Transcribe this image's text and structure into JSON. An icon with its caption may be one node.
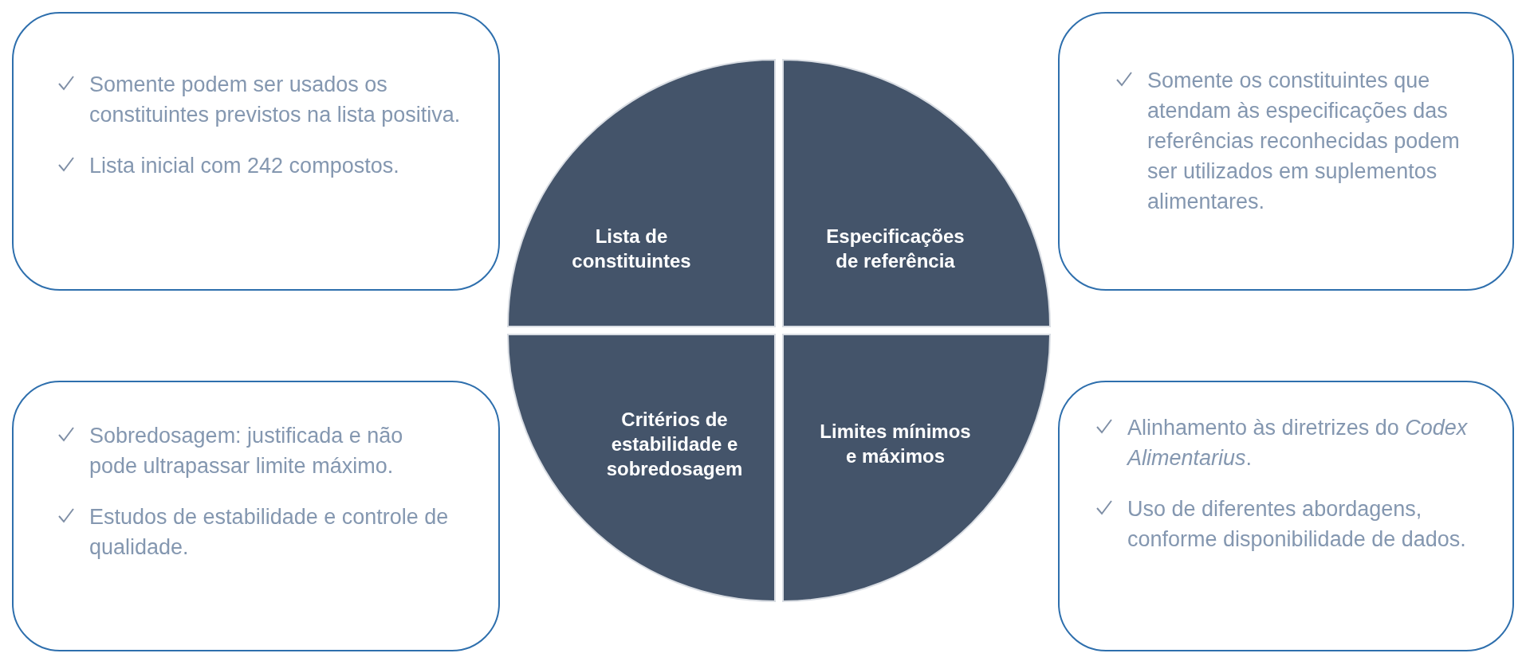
{
  "diagram": {
    "nodes": [
      {
        "text": [
          "Somente podem ser usados os constituintes previstos na lista positiva.",
          "Lista inicial com 242 compostos."
        ]
      },
      {
        "text": [
          "Lista de constituintes"
        ]
      },
      {
        "text": [
          "Especificações de referência"
        ]
      },
      {
        "text": [
          "Somente os constituintes que atendam às especificações das referências reconhecidas podem ser utilizados em suplementos alimentares."
        ]
      },
      {
        "text": [
          "Sobredosagem: justificada e não pode ultrapassar limite máximo.",
          "Estudos de estabilidade e controle de qualidade."
        ]
      },
      {
        "text": [
          "Critérios de estabilidade e sobredosagem"
        ]
      },
      {
        "text": [
          "Limites mínimos e máximos"
        ]
      },
      {
        "text": [
          "Alinhamento às diretrizes do *Codex Alimentarius*.",
          "Uso de diferentes abordagens, conforme disponibilidade de dados."
        ]
      }
    ]
  }
}
